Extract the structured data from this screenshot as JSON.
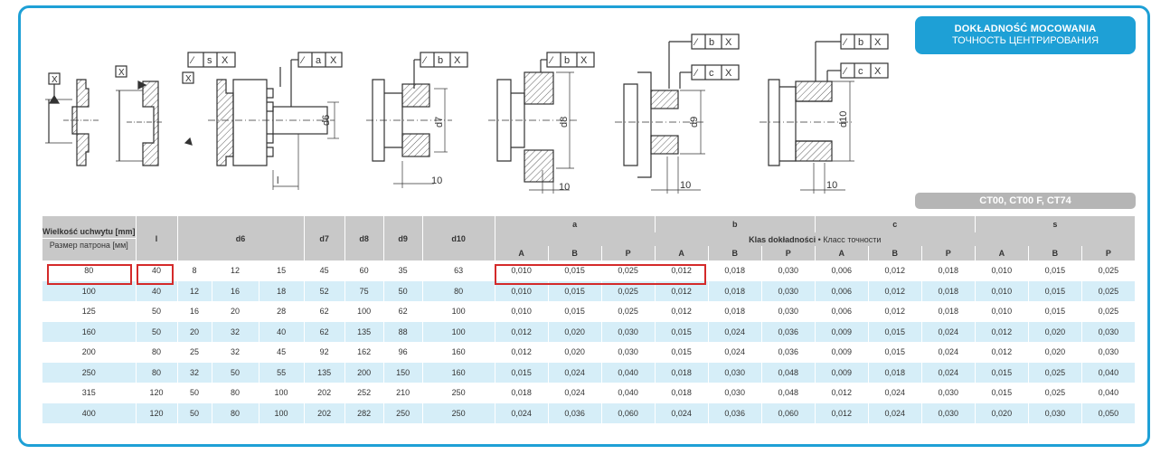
{
  "badge": {
    "line1": "DOKŁADNOŚĆ MOCOWANIA",
    "line2": "ТОЧНОСТЬ ЦЕНТРИРОВАНИЯ"
  },
  "series": "CT00, CT00 F, CT74",
  "drawings": {
    "fcf1": [
      "s",
      "X"
    ],
    "fcf2": [
      "a",
      "X"
    ],
    "fcf3": [
      "b",
      "X"
    ],
    "fcf4": [
      "b",
      "X"
    ],
    "fcf5a": [
      "b",
      "X"
    ],
    "fcf5b": [
      "c",
      "X"
    ],
    "fcf6a": [
      "b",
      "X"
    ],
    "fcf6b": [
      "c",
      "X"
    ],
    "datum_x": "X",
    "dim_l": "l",
    "dim_d6": "d6",
    "dim_d7": "d7",
    "dim_d8": "d8",
    "dim_d9": "d9",
    "dim_d10": "d10",
    "ten": "10"
  },
  "table": {
    "size_pl": "Wielkość uchwytu [mm]",
    "size_ru": "Размер патрона [мм]",
    "col_l": "l",
    "col_d6": "d6",
    "col_d7": "d7",
    "col_d8": "d8",
    "col_d9": "d9",
    "col_d10": "d10",
    "group_a": "a",
    "group_b": "b",
    "group_c": "c",
    "group_s": "s",
    "klas_pl": "Klas dokładności",
    "klas_ru": "Класс точности",
    "classes": [
      "A",
      "B",
      "P",
      "A",
      "B",
      "P",
      "A",
      "B",
      "P",
      "A",
      "B",
      "P"
    ],
    "rows": [
      [
        "80",
        "40",
        "8",
        "12",
        "15",
        "45",
        "60",
        "35",
        "63",
        "0,010",
        "0,015",
        "0,025",
        "0,012",
        "0,018",
        "0,030",
        "0,006",
        "0,012",
        "0,018",
        "0,010",
        "0,015",
        "0,025"
      ],
      [
        "100",
        "40",
        "12",
        "16",
        "18",
        "52",
        "75",
        "50",
        "80",
        "0,010",
        "0,015",
        "0,025",
        "0,012",
        "0,018",
        "0,030",
        "0,006",
        "0,012",
        "0,018",
        "0,010",
        "0,015",
        "0,025"
      ],
      [
        "125",
        "50",
        "16",
        "20",
        "28",
        "62",
        "100",
        "62",
        "100",
        "0,010",
        "0,015",
        "0,025",
        "0,012",
        "0,018",
        "0,030",
        "0,006",
        "0,012",
        "0,018",
        "0,010",
        "0,015",
        "0,025"
      ],
      [
        "160",
        "50",
        "20",
        "32",
        "40",
        "62",
        "135",
        "88",
        "100",
        "0,012",
        "0,020",
        "0,030",
        "0,015",
        "0,024",
        "0,036",
        "0,009",
        "0,015",
        "0,024",
        "0,012",
        "0,020",
        "0,030"
      ],
      [
        "200",
        "80",
        "25",
        "32",
        "45",
        "92",
        "162",
        "96",
        "160",
        "0,012",
        "0,020",
        "0,030",
        "0,015",
        "0,024",
        "0,036",
        "0,009",
        "0,015",
        "0,024",
        "0,012",
        "0,020",
        "0,030"
      ],
      [
        "250",
        "80",
        "32",
        "50",
        "55",
        "135",
        "200",
        "150",
        "160",
        "0,015",
        "0,024",
        "0,040",
        "0,018",
        "0,030",
        "0,048",
        "0,009",
        "0,018",
        "0,024",
        "0,015",
        "0,025",
        "0,040"
      ],
      [
        "315",
        "120",
        "50",
        "80",
        "100",
        "202",
        "252",
        "210",
        "250",
        "0,018",
        "0,024",
        "0,040",
        "0,018",
        "0,030",
        "0,048",
        "0,012",
        "0,024",
        "0,030",
        "0,015",
        "0,025",
        "0,040"
      ],
      [
        "400",
        "120",
        "50",
        "80",
        "100",
        "202",
        "282",
        "250",
        "250",
        "0,024",
        "0,036",
        "0,060",
        "0,024",
        "0,036",
        "0,060",
        "0,012",
        "0,024",
        "0,030",
        "0,020",
        "0,030",
        "0,050"
      ]
    ]
  },
  "colors": {
    "accent": "#1ea0d6",
    "highlight": "#d42a2a",
    "stripe": "#d6eef8",
    "header": "#c8c8c8"
  }
}
